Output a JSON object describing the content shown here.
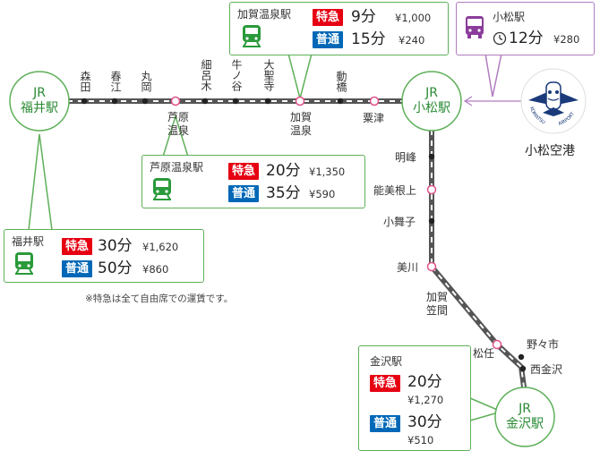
{
  "hubs": {
    "fukui": {
      "line1": "JR",
      "line2": "福井駅"
    },
    "komatsu": {
      "line1": "JR",
      "line2": "小松駅"
    },
    "kanazawa": {
      "line1": "JR",
      "line2": "金沢駅"
    }
  },
  "stations": {
    "morita": "森田",
    "harue": "春江",
    "maruoka": "丸岡",
    "awara": "芦原温泉",
    "hosorogi": "細呂木",
    "ushinoya": "牛ノ谷",
    "daishoji": "大聖寺",
    "kagaonsen": "加賀温泉",
    "iburihashi": "動橋",
    "awazu": "粟津",
    "meiho": "明峰",
    "nomineagari": "能美根上",
    "komaiko": "小舞子",
    "mikawa": "美川",
    "kagakasama": "加賀笠間",
    "matto": "松任",
    "nonoichi": "野々市",
    "nishikanazawa": "西金沢"
  },
  "fare_boxes": {
    "fukui": {
      "title": "福井駅",
      "express": {
        "label": "特急",
        "time": "30分",
        "fare": "¥1,620"
      },
      "local": {
        "label": "普通",
        "time": "50分",
        "fare": "¥860"
      }
    },
    "awara": {
      "title": "芦原温泉駅",
      "express": {
        "label": "特急",
        "time": "20分",
        "fare": "¥1,350"
      },
      "local": {
        "label": "普通",
        "time": "35分",
        "fare": "¥590"
      }
    },
    "kaga": {
      "title": "加賀温泉駅",
      "express": {
        "label": "特急",
        "time": "9分",
        "fare": "¥1,000"
      },
      "local": {
        "label": "普通",
        "time": "15分",
        "fare": "¥240"
      }
    },
    "kanazawa": {
      "title": "金沢駅",
      "express": {
        "label": "特急",
        "time": "20分",
        "fare": "¥1,270"
      },
      "local": {
        "label": "普通",
        "time": "30分",
        "fare": "¥510"
      }
    }
  },
  "airport_box": {
    "title": "小松駅",
    "time": "12分",
    "fare": "¥280"
  },
  "airport": {
    "name": "小松空港",
    "logo_text": "KOMATSU AIRPORT"
  },
  "note": "※特急は全て自由席での運賃です。",
  "colors": {
    "green": "#2a8a34",
    "box_border": "#5fb05a",
    "purple": "#b07cc0",
    "express": "#e60012",
    "local": "#0068b7",
    "pink": "#e0508a"
  },
  "icons": {
    "train": "train-icon",
    "bus": "bus-icon",
    "clock": "clock-icon"
  }
}
